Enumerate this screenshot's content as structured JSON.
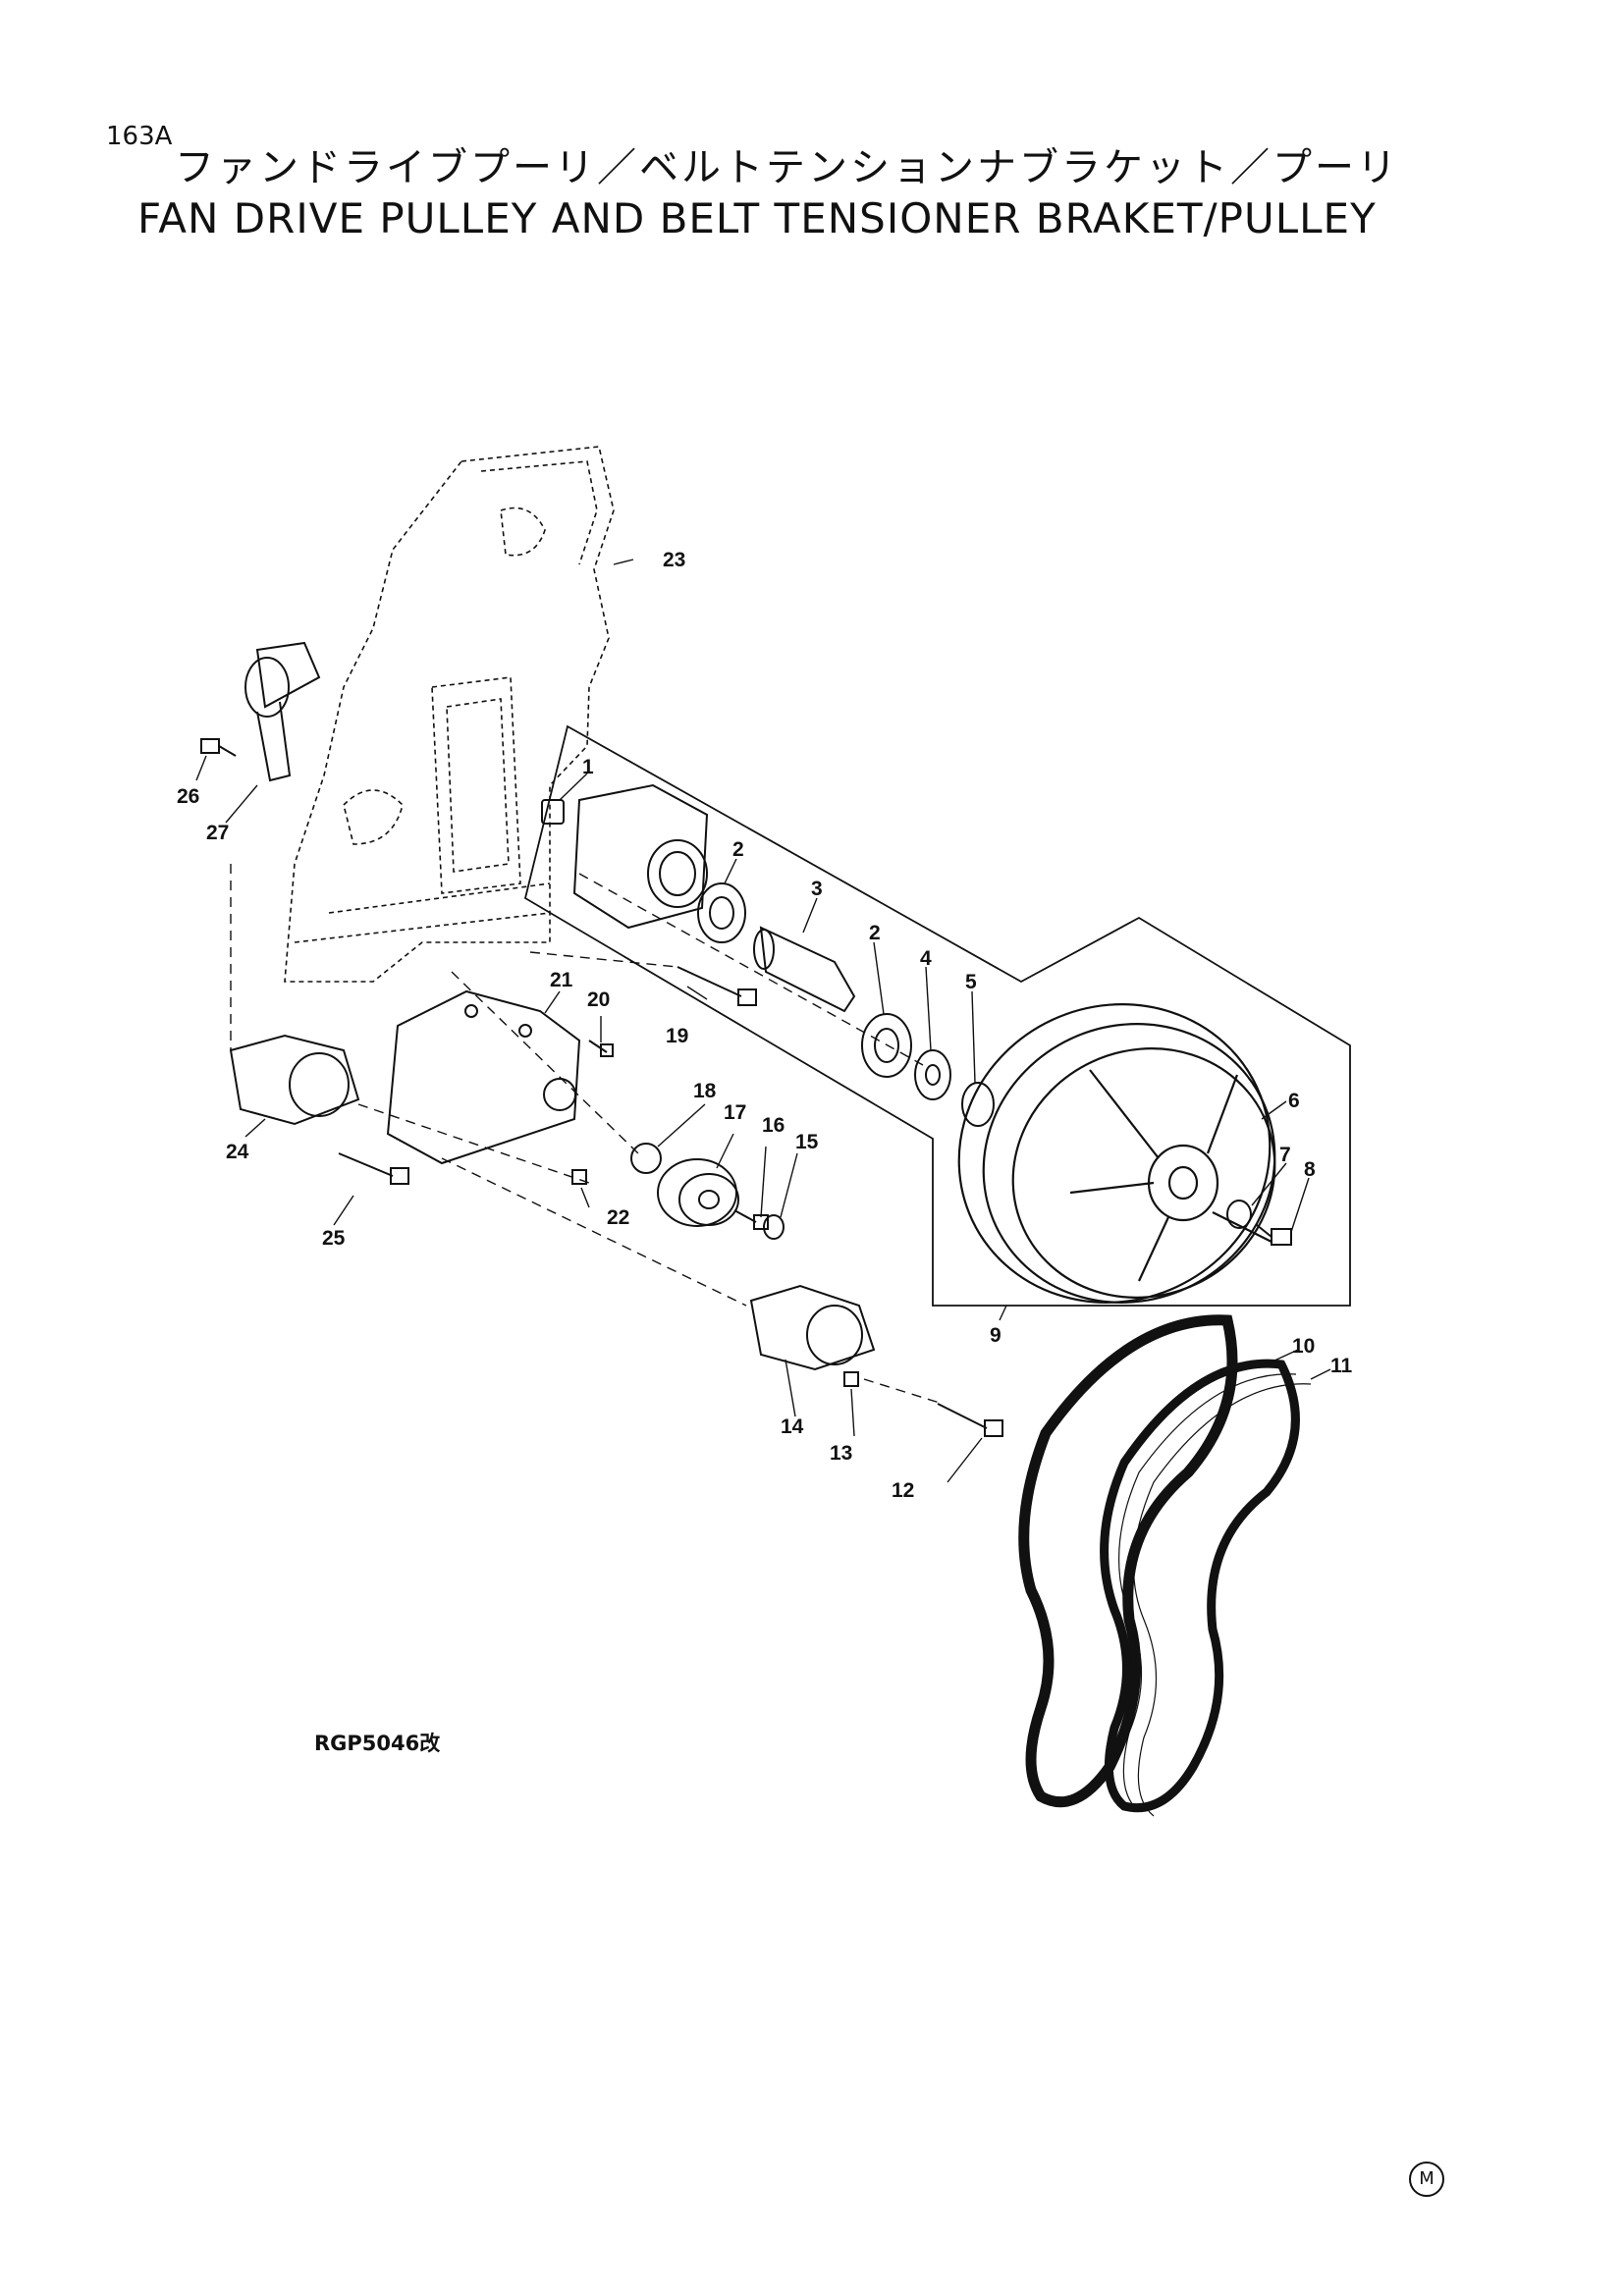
{
  "header": {
    "section_code": "163A",
    "title_jp": "ファンドライブプーリ／ベルトテンションナブラケット／プーリ",
    "title_en": "FAN DRIVE PULLEY AND BELT TENSIONER BRAKET/PULLEY"
  },
  "figure_code": "RGP5046改",
  "page_mark": "M",
  "callouts": {
    "c1": "1",
    "c2a": "2",
    "c2b": "2",
    "c3": "3",
    "c4": "4",
    "c5": "5",
    "c6": "6",
    "c7": "7",
    "c8": "8",
    "c9": "9",
    "c10": "10",
    "c11": "11",
    "c12": "12",
    "c13": "13",
    "c14": "14",
    "c15": "15",
    "c16": "16",
    "c17": "17",
    "c18": "18",
    "c19": "19",
    "c20": "20",
    "c21": "21",
    "c22": "22",
    "c23": "23",
    "c24": "24",
    "c25": "25",
    "c26": "26",
    "c27": "27"
  }
}
